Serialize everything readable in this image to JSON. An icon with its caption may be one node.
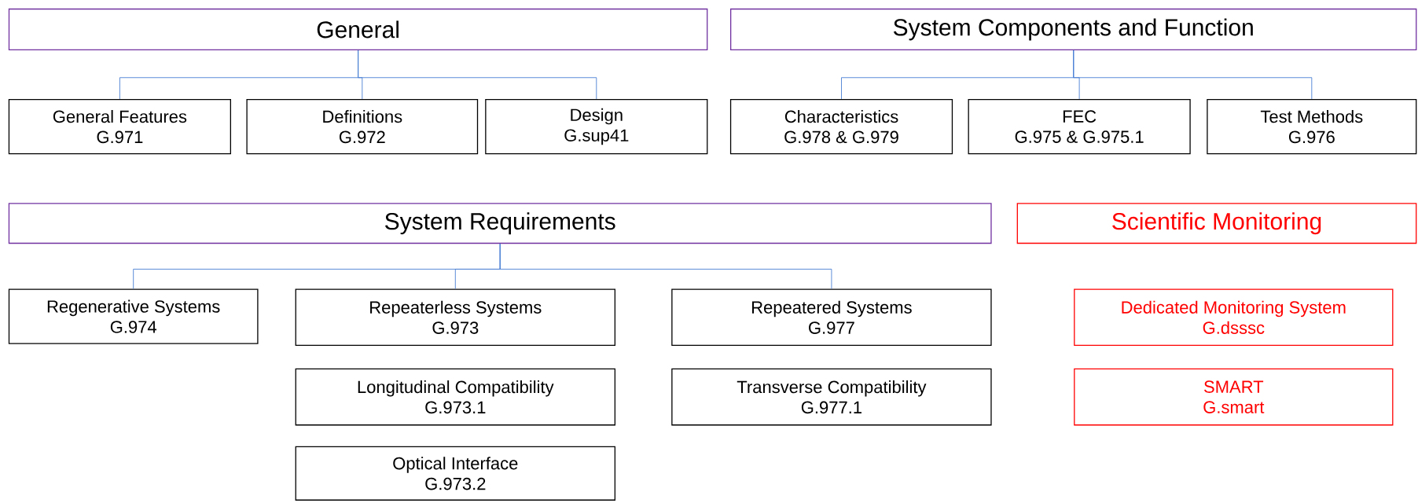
{
  "diagram": {
    "nodes": [
      {
        "text": [
          "General"
        ]
      },
      {
        "text": [
          "General Features",
          "G.971"
        ]
      },
      {
        "text": [
          "Definitions",
          "G.972"
        ]
      },
      {
        "text": [
          "Design",
          "G.sup41"
        ]
      },
      {
        "text": [
          "System Components and Function"
        ]
      },
      {
        "text": [
          "Characteristics",
          "G.978 & G.979"
        ]
      },
      {
        "text": [
          "FEC",
          "G.975 & G.975.1"
        ]
      },
      {
        "text": [
          "Test Methods",
          "G.976"
        ]
      },
      {
        "text": [
          "System Requirements"
        ]
      },
      {
        "text": [
          "Scientific Monitoring"
        ]
      },
      {
        "text": [
          "Regenerative Systems",
          "G.974"
        ]
      },
      {
        "text": [
          "Repeaterless Systems",
          "G.973"
        ]
      },
      {
        "text": [
          "Repeatered Systems",
          "G.977"
        ]
      },
      {
        "text": [
          "Longitudinal Compatibility",
          "G.973.1"
        ]
      },
      {
        "text": [
          "Transverse Compatibility",
          "G.977.1"
        ]
      },
      {
        "text": [
          "Optical Interface",
          "G.973.2"
        ]
      },
      {
        "text": [
          "Dedicated Monitoring System",
          "G.dsssc"
        ]
      },
      {
        "text": [
          "SMART",
          "G.smart"
        ]
      }
    ],
    "edges": [
      {
        "from": 0,
        "to": 1,
        "arrow": "none"
      },
      {
        "from": 0,
        "to": 2,
        "arrow": "none"
      },
      {
        "from": 0,
        "to": 3,
        "arrow": "none"
      },
      {
        "from": 4,
        "to": 5,
        "arrow": "none"
      },
      {
        "from": 4,
        "to": 6,
        "arrow": "none"
      },
      {
        "from": 4,
        "to": 7,
        "arrow": "none"
      },
      {
        "from": 8,
        "to": 10,
        "arrow": "none"
      },
      {
        "from": 8,
        "to": 11,
        "arrow": "none"
      },
      {
        "from": 8,
        "to": 12,
        "arrow": "none"
      }
    ]
  }
}
